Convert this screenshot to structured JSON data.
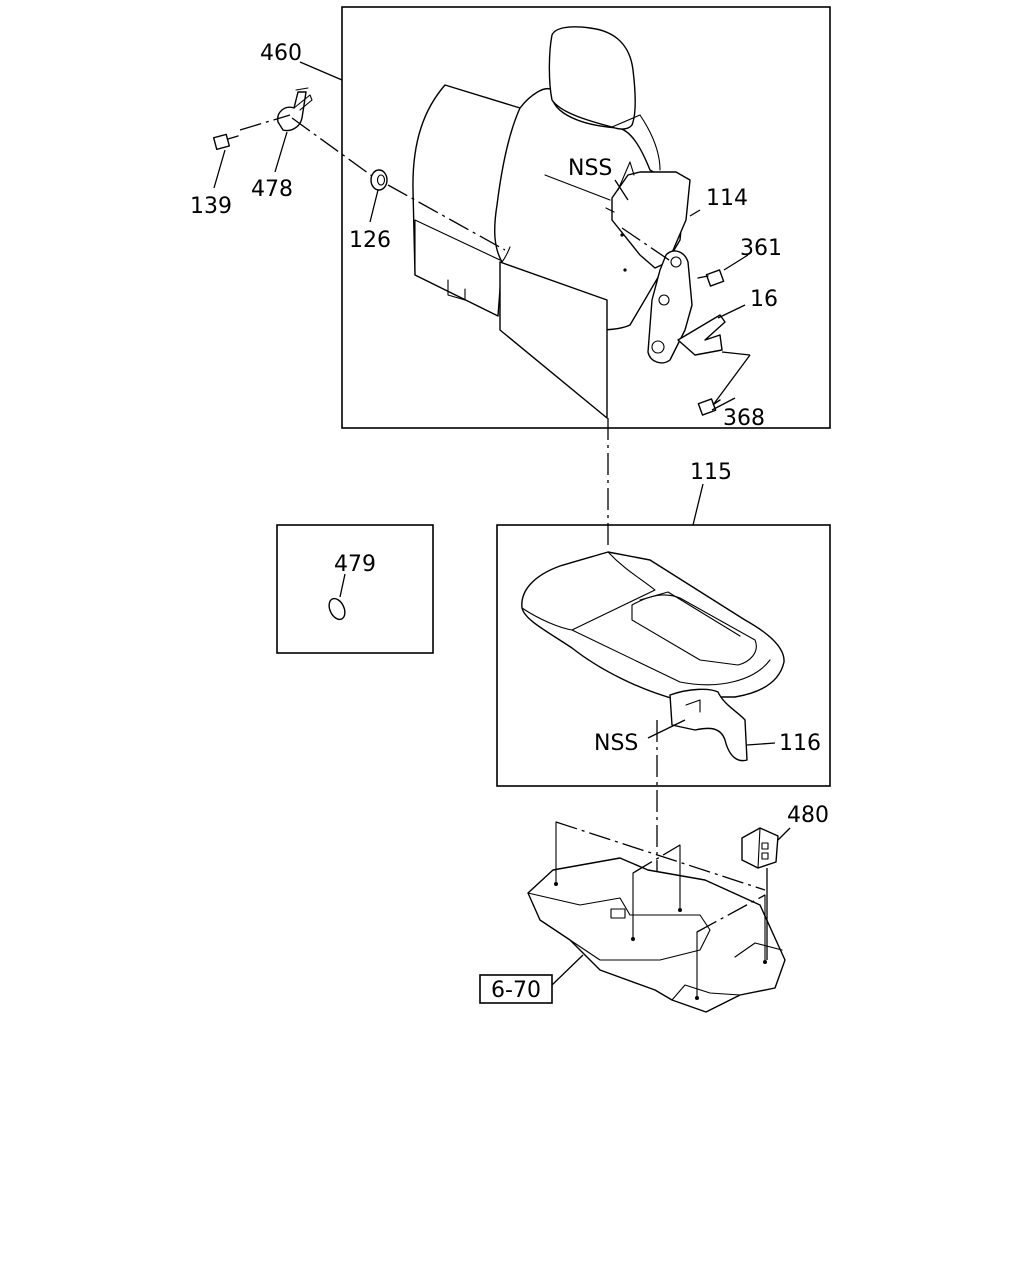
{
  "diagram": {
    "callouts": {
      "c460": "460",
      "c139": "139",
      "c478": "478",
      "c126": "126",
      "c114": "114",
      "c361": "361",
      "c16": "16",
      "c368": "368",
      "c115": "115",
      "c479": "479",
      "c116": "116",
      "c480": "480",
      "nss_top": "NSS",
      "nss_bottom": "NSS"
    },
    "reference_box": "6-70"
  }
}
